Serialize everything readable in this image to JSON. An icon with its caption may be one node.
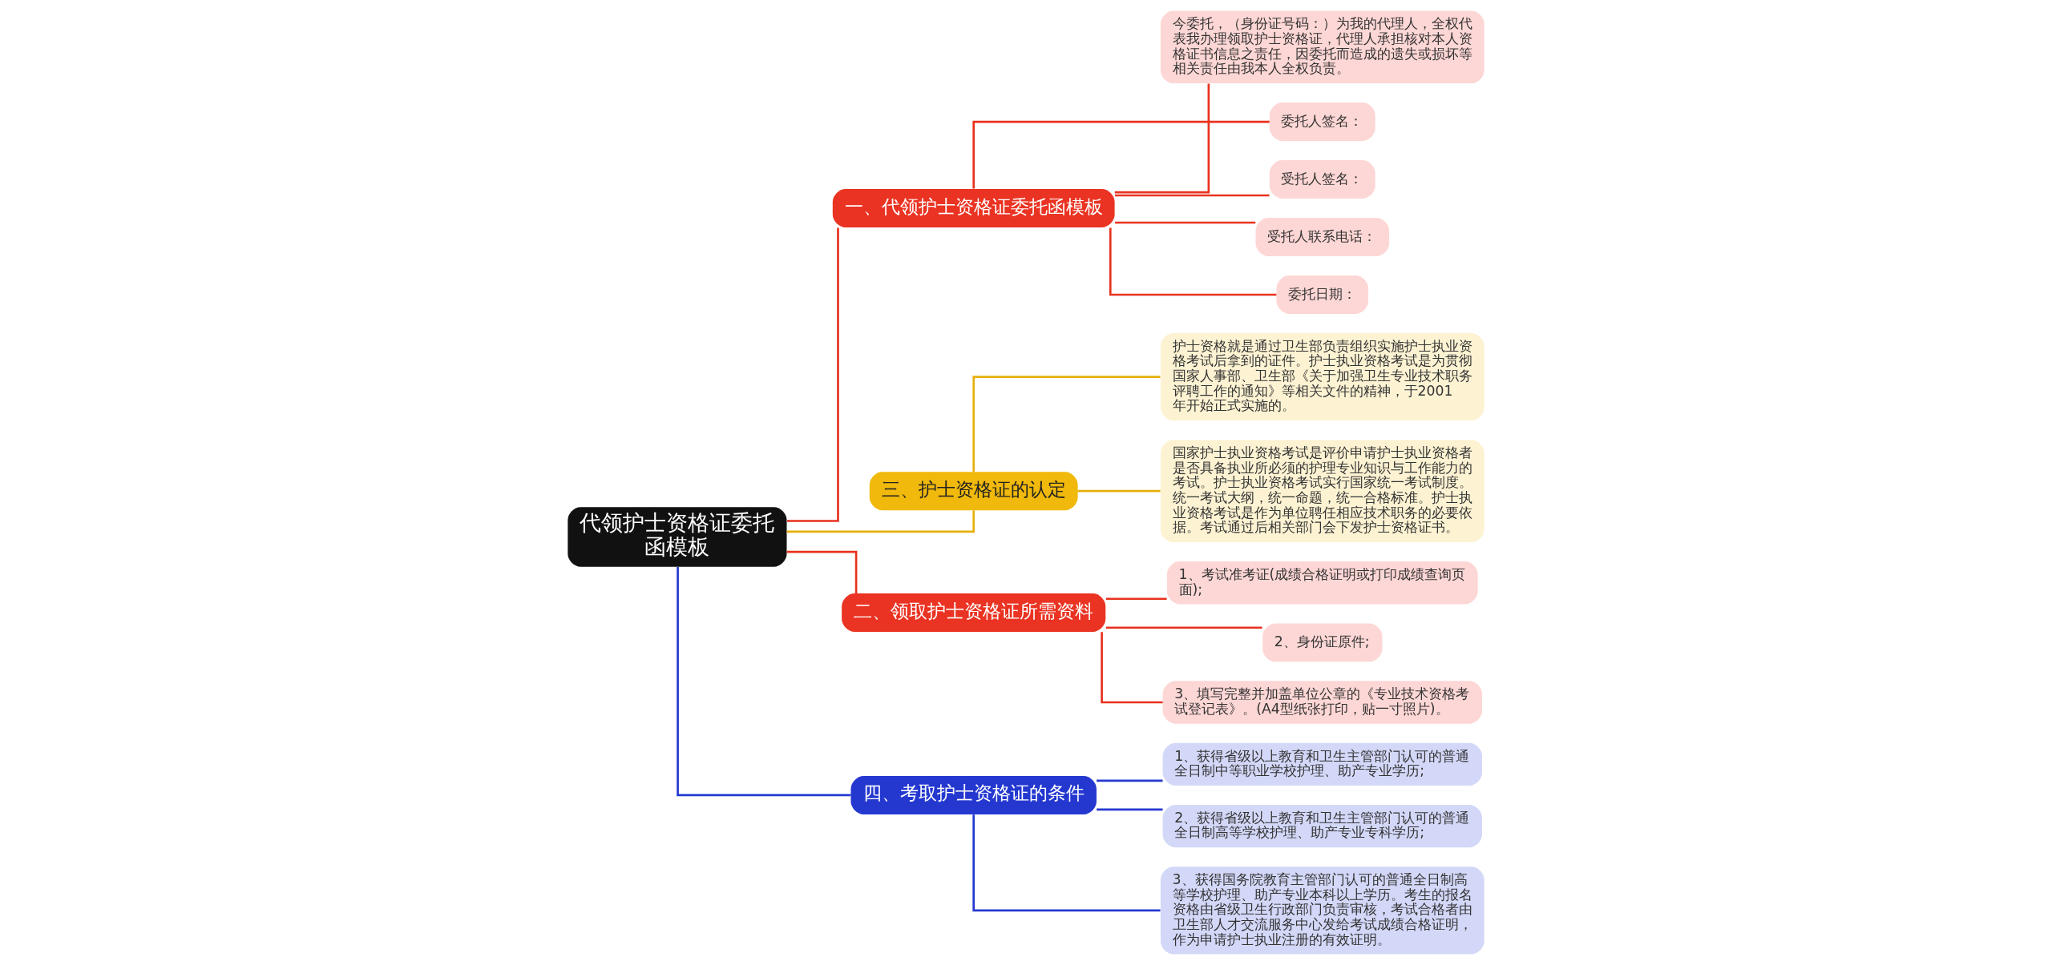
{
  "diagram": {
    "nodes": [
      {
        "text": [
          "代领护士资格证委托函模板"
        ]
      },
      {
        "text": [
          "一、代领护士资格证委托函模板"
        ]
      },
      {
        "text": [
          "今委托，（身份证号码：）为我的代理人，全权代表我办理领取护士资格证，代理人承担核对本人资格证书信息之责任，因委托而造成的遗失或损坏等相关责任由我本人全权负责。"
        ]
      },
      {
        "text": [
          "委托人签名："
        ]
      },
      {
        "text": [
          "受托人签名："
        ]
      },
      {
        "text": [
          "受托人联系电话："
        ]
      },
      {
        "text": [
          "委托日期："
        ]
      },
      {
        "text": [
          "三、护士资格证的认定"
        ]
      },
      {
        "text": [
          "护士资格就是通过卫生部负责组织实施护士执业资格考试后拿到的证件。护士执业资格考试是为贯彻国家人事部、卫生部《关于加强卫生专业技术职务评聘工作的通知》等相关文件的精神，于2001年开始正式实施的。"
        ]
      },
      {
        "text": [
          "国家护士执业资格考试是评价申请护士执业资格者是否具备执业所必须的护理专业知识与工作能力的考试。护士执业资格考试实行国家统一考试制度。统一考试大纲，统一命题，统一合格标准。护士执业资格考试是作为单位聘任相应技术职务的必要依据。考试通过后相关部门会下发护士资格证书。"
        ]
      },
      {
        "text": [
          "二、领取护士资格证所需资料"
        ]
      },
      {
        "text": [
          "1、考试准考证(成绩合格证明或打印成绩查询页面);"
        ]
      },
      {
        "text": [
          "2、身份证原件;"
        ]
      },
      {
        "text": [
          "3、填写完整并加盖单位公章的《专业技术资格考试登记表》。(A4型纸张打印，贴一寸照片)。"
        ]
      },
      {
        "text": [
          "四、考取护士资格证的条件"
        ]
      },
      {
        "text": [
          "1、获得省级以上教育和卫生主管部门认可的普通全日制中等职业学校护理、助产专业学历;"
        ]
      },
      {
        "text": [
          "2、获得省级以上教育和卫生主管部门认可的普通全日制高等学校护理、助产专业专科学历;"
        ]
      },
      {
        "text": [
          "3、获得国务院教育主管部门认可的普通全日制高等学校护理、助产专业本科以上学历。考生的报名资格由省级卫生行政部门负责审核，考试合格者由卫生部人才交流服务中心发给考试成绩合格证明，作为申请护士执业注册的有效证明。"
        ]
      }
    ],
    "edges": [
      {
        "from": 0,
        "to": 1,
        "arrow": "none"
      },
      {
        "from": 1,
        "to": 2,
        "arrow": "none"
      },
      {
        "from": 1,
        "to": 3,
        "arrow": "none"
      },
      {
        "from": 1,
        "to": 4,
        "arrow": "none"
      },
      {
        "from": 1,
        "to": 5,
        "arrow": "none"
      },
      {
        "from": 1,
        "to": 6,
        "arrow": "none"
      },
      {
        "from": 0,
        "to": 7,
        "arrow": "none",
        "color": "#e6b00b"
      },
      {
        "from": 7,
        "to": 8,
        "arrow": "none",
        "color": "#e6b00b"
      },
      {
        "from": 7,
        "to": 9,
        "arrow": "none",
        "color": "#e6b00b"
      },
      {
        "from": 0,
        "to": 10,
        "arrow": "none"
      },
      {
        "from": 10,
        "to": 11,
        "arrow": "none"
      },
      {
        "from": 10,
        "to": 12,
        "arrow": "none"
      },
      {
        "from": 10,
        "to": 13,
        "arrow": "none"
      },
      {
        "from": 0,
        "to": 14,
        "arrow": "none",
        "color": "#2438d0"
      },
      {
        "from": 14,
        "to": 15,
        "arrow": "none",
        "color": "#2438d0"
      },
      {
        "from": 14,
        "to": 16,
        "arrow": "none",
        "color": "#2438d0"
      },
      {
        "from": 14,
        "to": 17,
        "arrow": "none",
        "color": "#2438d0"
      }
    ]
  }
}
